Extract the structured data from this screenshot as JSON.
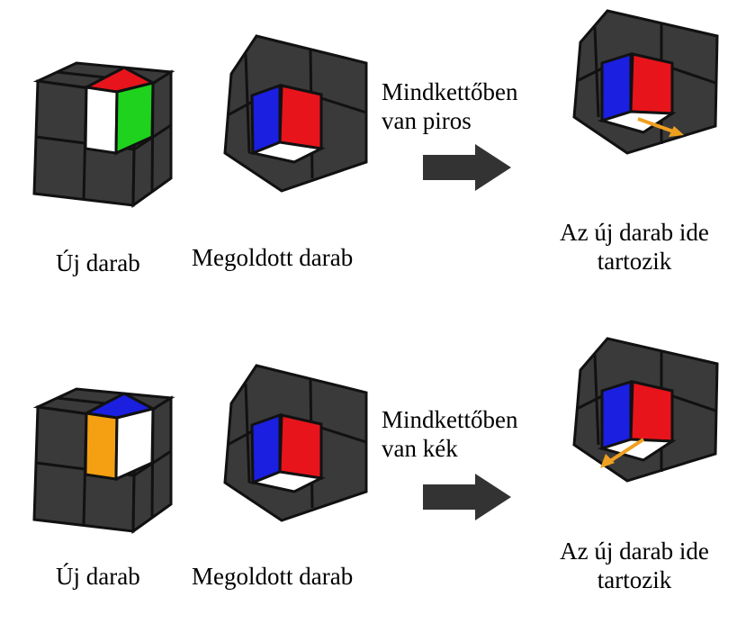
{
  "colors": {
    "cube_body": "#3a3a3a",
    "grid_line": "#111111",
    "red": "#e8141b",
    "green": "#1ed21e",
    "blue": "#1a1fe0",
    "orange": "#f5a012",
    "white": "#ffffff",
    "arrow_dark": "#333333",
    "arrow_hint": "#f0a020"
  },
  "rows": [
    {
      "new_piece": {
        "label": "Új darab",
        "top_color": "red",
        "front_color": "white",
        "right_color": "green"
      },
      "solved_piece": {
        "label": "Megoldott darab",
        "left_color": "blue",
        "right_color": "red",
        "bottom_color": "white"
      },
      "note": {
        "line1": "Mindkettőben",
        "line2": "van piros"
      },
      "target": {
        "label_line1": "Az új darab ide",
        "label_line2": "tartozik",
        "left_color": "blue",
        "right_color": "red",
        "bottom_color": "white",
        "hint_direction": "right"
      }
    },
    {
      "new_piece": {
        "label": "Új darab",
        "top_color": "blue",
        "front_color": "orange",
        "right_color": "white"
      },
      "solved_piece": {
        "label": "Megoldott darab",
        "left_color": "blue",
        "right_color": "red",
        "bottom_color": "white"
      },
      "note": {
        "line1": "Mindkettőben",
        "line2": "van kék"
      },
      "target": {
        "label_line1": "Az új darab ide",
        "label_line2": "tartozik",
        "left_color": "blue",
        "right_color": "red",
        "bottom_color": "white",
        "hint_direction": "left"
      }
    }
  ]
}
